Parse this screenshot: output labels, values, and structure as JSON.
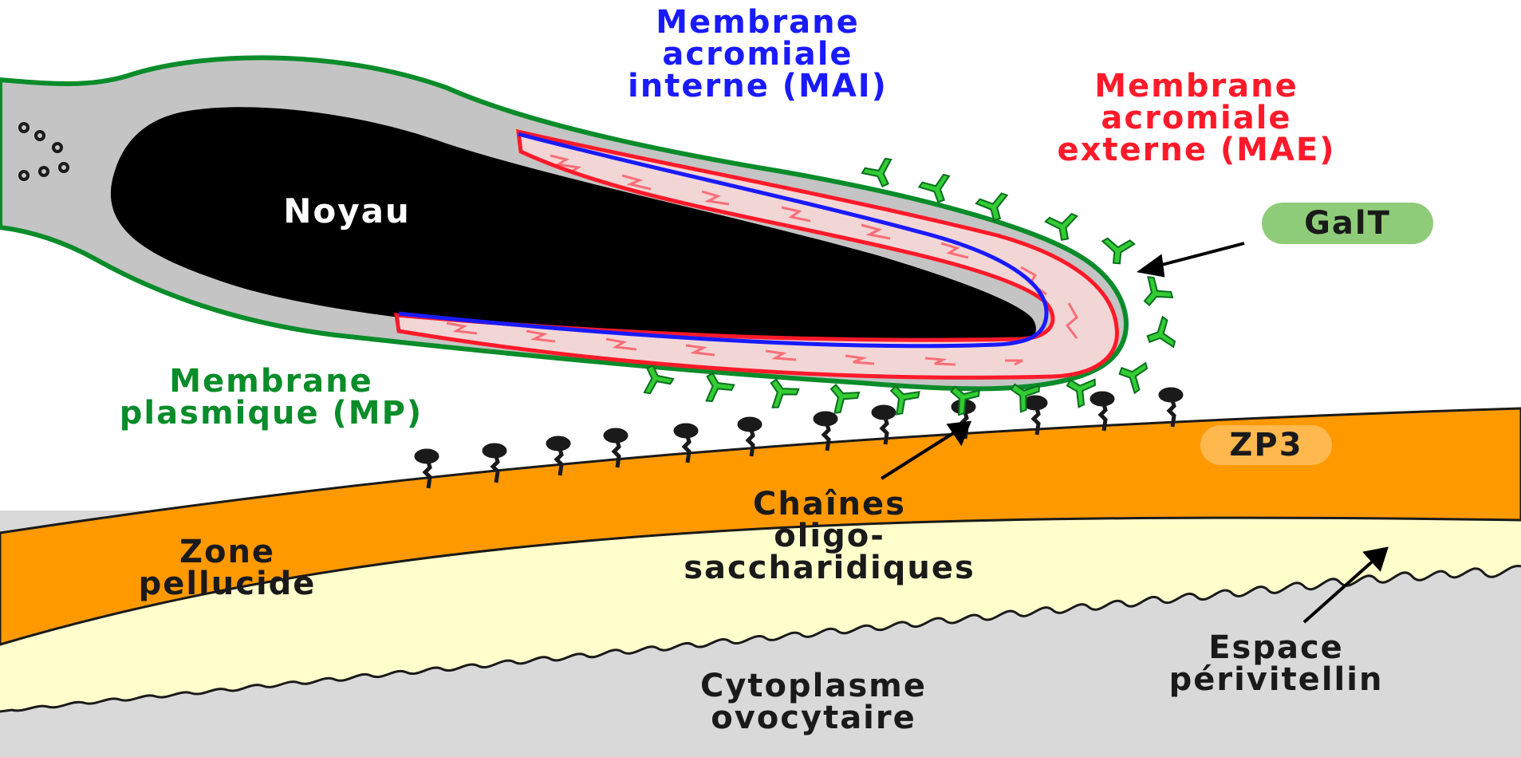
{
  "colors": {
    "mai": "#1a1aff",
    "mae": "#ff1a2a",
    "mp": "#0a8c2a",
    "dark": "#1a1a1a",
    "white": "#ffffff",
    "galt_fill": "#33cc33",
    "zona": "#ff9900",
    "perivitelline": "#ffffcc",
    "cytoplasm": "#d9d9d9",
    "head_gray": "#c4c4c4",
    "acrosome_fill": "#f2d6d6",
    "badge_galt_bg": "#8fcc7a",
    "badge_zp3_bg": "#ffb84d"
  },
  "labels": {
    "mai": [
      "Membrane",
      "acromiale",
      "interne (MAI)"
    ],
    "mae": [
      "Membrane",
      "acromiale",
      "externe (MAE)"
    ],
    "mp": [
      "Membrane",
      "plasmique (MP)"
    ],
    "noyau": "Noyau",
    "galt": "GalT",
    "zp3": "ZP3",
    "chaines": [
      "Chaînes",
      "oligo-",
      "saccharidiques"
    ],
    "zone": [
      "Zone",
      "pellucide"
    ],
    "espace": [
      "Espace",
      "périvitellin"
    ],
    "cyto": [
      "Cytoplasme",
      "ovocytaire"
    ]
  }
}
